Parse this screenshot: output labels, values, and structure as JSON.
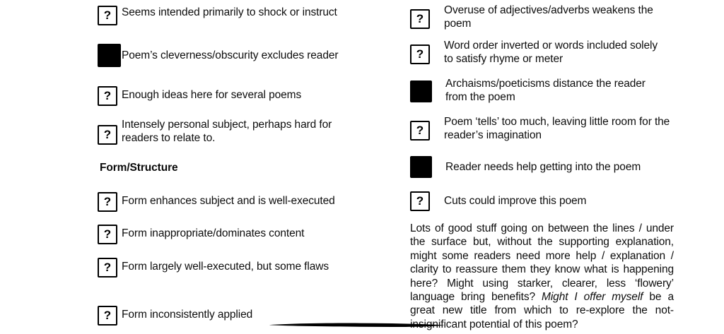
{
  "document": {
    "type": "poetry-critique-checklist",
    "checkbox_states": {
      "unchecked_glyph": "?",
      "checked_glyph": "filled-black-square"
    },
    "colors": {
      "text": "#0d0d0d",
      "box_border": "#000000",
      "box_checked_fill": "#000000",
      "annotation_stroke": "#000000",
      "page_background": "#ffffff"
    }
  },
  "left_column": {
    "items": [
      {
        "state": "unchecked",
        "glyph": "?",
        "label": "Seems intended primarily to shock or instruct"
      },
      {
        "state": "checked",
        "glyph": "?",
        "label": "Poem’s cleverness/obscurity excludes reader"
      },
      {
        "state": "unchecked",
        "glyph": "?",
        "label": "Enough ideas here for several poems"
      },
      {
        "state": "unchecked",
        "glyph": "?",
        "label": "Intensely personal subject, perhaps hard for readers to relate to."
      }
    ],
    "section_heading": "Form/Structure",
    "form_items": [
      {
        "state": "unchecked",
        "glyph": "?",
        "label": "Form enhances subject and is well-executed"
      },
      {
        "state": "unchecked",
        "glyph": "?",
        "label": "Form inappropriate/dominates content"
      },
      {
        "state": "unchecked",
        "glyph": "?",
        "label": "Form largely well-executed, but some flaws"
      },
      {
        "state": "unchecked",
        "glyph": "?",
        "label": "Form inconsistently applied"
      }
    ]
  },
  "right_column": {
    "items": [
      {
        "state": "unchecked",
        "glyph": "?",
        "label": "Overuse of adjectives/adverbs weakens the poem"
      },
      {
        "state": "unchecked",
        "glyph": "?",
        "label": "Word order inverted or words included solely to satisfy rhyme or meter"
      },
      {
        "state": "checked",
        "glyph": "?",
        "label": "Archaisms/poeticisms distance the reader from the poem"
      },
      {
        "state": "unchecked",
        "glyph": "?",
        "label": "Poem ‘tells’ too much, leaving little room for the reader’s imagination"
      },
      {
        "state": "checked",
        "glyph": "?",
        "label": "Reader needs help getting into the poem"
      },
      {
        "state": "unchecked",
        "glyph": "?",
        "label": "Cuts could improve this poem"
      }
    ],
    "comment": {
      "part1": "Lots of good stuff going on between the lines / under the surface but, without the supporting explanation, might some readers need more help / explanation / clarity to reassure them they know what is happening here? Might using starker, clearer, less ‘flowery’ language bring benefits? ",
      "emphasis": "Might I offer myself",
      "part2": " be a great new title from which to re-explore the not-insignificant potential of this poem?"
    }
  }
}
